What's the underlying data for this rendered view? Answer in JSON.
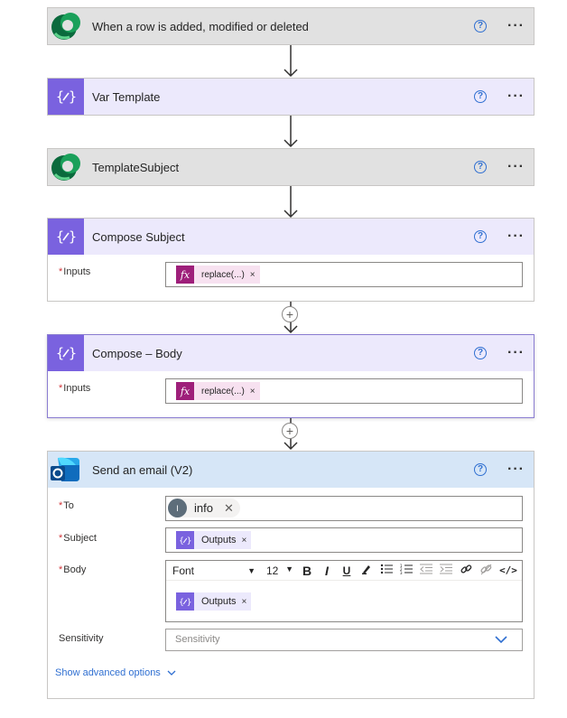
{
  "steps": {
    "trigger": {
      "title": "When a row is added, modified or deleted",
      "icon": "dataverse-icon"
    },
    "var_template": {
      "title": "Var Template",
      "icon": "variable-icon"
    },
    "template_subject": {
      "title": "TemplateSubject",
      "icon": "dataverse-icon"
    },
    "compose_subject": {
      "title": "Compose Subject",
      "icon": "variable-icon",
      "inputs_label": "Inputs",
      "token": {
        "label": "replace(...)",
        "remove": "×"
      }
    },
    "compose_body": {
      "title": "Compose – Body",
      "icon": "variable-icon",
      "inputs_label": "Inputs",
      "token": {
        "label": "replace(...)",
        "remove": "×"
      }
    },
    "send_email": {
      "title": "Send an email (V2)",
      "icon": "outlook-icon",
      "to": {
        "label": "To",
        "recipient_initial": "I",
        "recipient": "info",
        "remove": "✕"
      },
      "subject": {
        "label": "Subject",
        "token": "Outputs",
        "remove": "×"
      },
      "body": {
        "label": "Body",
        "font": "Font",
        "font_size": "12",
        "token": "Outputs",
        "remove": "×"
      },
      "sensitivity": {
        "label": "Sensitivity",
        "placeholder": "Sensitivity"
      },
      "advanced_link": "Show advanced options"
    }
  },
  "required_marker": "*",
  "help_glyph": "?",
  "more_glyph": "···",
  "add_glyph": "+",
  "colors": {
    "variable_purple": "#7a62df",
    "expression_magenta": "#9e1f7a",
    "link_blue": "#2f6fd1",
    "required_red": "#d13438"
  }
}
